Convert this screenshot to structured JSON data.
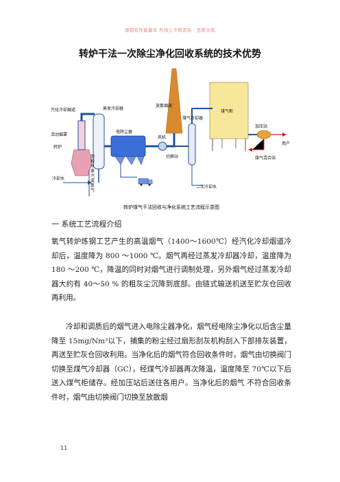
{
  "watermark": "源都有性能量年  布线上下相泥炭  · 百度文库",
  "title": "转炉干法一次除尘净化回收系统的技术优势",
  "figure": {
    "labels": {
      "fangsan_yancong": "放散烟囱",
      "meiqi_lengqueqi": "煤气冷却器",
      "meiqi_gui": "煤气柜",
      "jiayazhan": "加压站",
      "yonghu": "用户",
      "meiqi_hunhezhan": "煤气混合站",
      "qihua_lengque_yandao": "汽化冷却烟道",
      "zhengfa_lengqueqi": "蒸发冷却器",
      "dian_chuchenqi": "电除尘器",
      "fengji": "风机",
      "huodong_yanzhao": "活动烟罩",
      "zhuanlu": "转炉",
      "qiehuanzhan": "切换站",
      "baohe_zhengqi_v1": "饱",
      "baohe_zhengqi_v2": "和",
      "baohe_zhengqi_v3": "水",
      "baohe_zhengqi_v4": "蒸",
      "baohe_zhengqi_v5": "汽",
      "baohe_zhengqi_v6": "或",
      "baohe_zhengqi_v7": "氮",
      "baohe_zhengqi_v8": "气",
      "lengqueshui": "冷却水",
      "erci_lengqueshui": "二次冷却水"
    },
    "caption": "转炉煤气干法回收与净化系统工艺流程示意图",
    "colors": {
      "pipe": "#1e4f9c",
      "converter": "#e8a0b4",
      "precipitator": "#3c6ed8",
      "chimney": "#d98a2e",
      "gasholder": "#f7e79b",
      "booster": "#e9a33a",
      "arrow": "#d02020"
    }
  },
  "section_heading": "一 系统工艺流程介绍",
  "paragraphs": [
    "氧气转炉炼钢工艺产生的高温烟气（1400～1600℃）经汽化冷却烟道冷却后，温度降为 800 ～1000 ℃。烟气再经过蒸发冷却器冷却，温度降为 180 ～200 ℃，降温的同时对烟气进行调制处理，另外烟气经过蒸发冷却器大约有 40～50 % 的粗灰尘沉降到底部。由链式输送机送至贮灰仓回收再利用。",
    "冷却和调质后的烟气进入电除尘器净化，烟气经电除尘净化以后含尘量降至 15mg/Nm³以下，捕集的粉尘经过扇形刮灰机构刮入下部排灰装置，再送至贮灰仓回收利用。当净化后的烟气符合回收条件时，烟气由切换阀门切换至煤气冷却器（GC），经煤气冷却器再次降温，温度降至 70℃以下后 送入煤气柜储存。经加压站后送往各用户。当净化后的烟气 不符合回收条件时，烟气由切换阀门切换至放散烟"
  ],
  "page_number": "11"
}
